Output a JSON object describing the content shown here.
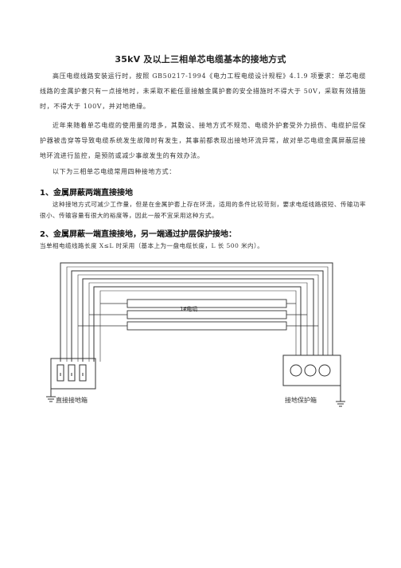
{
  "title": "35kV 及以上三相单芯电缆基本的接地方式",
  "paragraphs": [
    "高压电缆线路安装运行时，按照 GB50217-1994《电力工程电缆设计规程》4.1.9 项要求：单芯电缆线路的金属护套只有一点接地时，未采取不能任意接触金属护套的安全措施时不得大于 50V，采取有效措施时，不得大于 100V，并对地绝缘。",
    "近年来随着单芯电缆的使用量的增多，其敷设、接地方式不规范、电缆外护套受外力损伤、电缆护层保护器被击穿等导致电缆系统发生故障时有发生，其事前都表现出接地环流异常，故对单芯电缆金属屏蔽层接地环流进行监控，是预防或减少事故发生的有效办法。",
    "以下为三相单芯电缆常用四种接地方式："
  ],
  "section1": {
    "heading": "1、金属屏蔽两端直接接地",
    "body": "这种接地方式可减少工作量，但是在金属护套上存在环流，适用的条件比较苛刻，要求电缆线路很短、传输功率很小、传输容量有很大的裕度等，因此一般不宜采用这种方式。"
  },
  "section2": {
    "heading": "2、金属屏蔽一端直接接地，另一端通过护层保护接地：",
    "body": "当单相电缆线路长度 X≤L 时采用（基本上为一盘电缆长度，L 长 500 米内）。"
  },
  "diagram": {
    "cable_label": "1#电缆",
    "left_box_label": "直接接地箱",
    "right_box_label": "接地保护箱"
  },
  "colors": {
    "ink": "#222222",
    "line": "#333333"
  }
}
